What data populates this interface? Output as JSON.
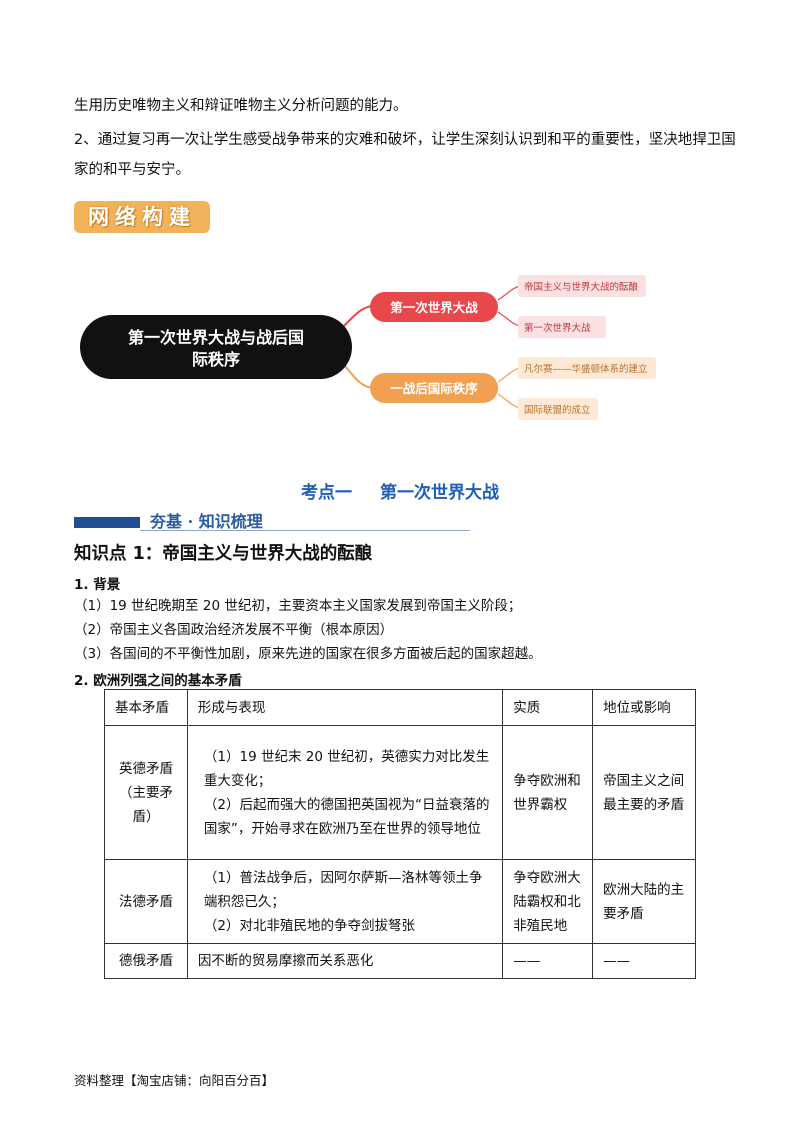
{
  "intro": {
    "line1": "生用历史唯物主义和辩证唯物主义分析问题的能力。",
    "line2a": "2、通过复习再一次让学生感受战争带来的灾难和破坏，让学生深刻认识到和平的重要性，坚决地捍卫国",
    "line2b": "家的和平与安宁。"
  },
  "badge": {
    "label": "网络构建"
  },
  "mindmap": {
    "root": {
      "line1": "第一次世界大战与战后国",
      "line2": "际秩序"
    },
    "branches": [
      {
        "label": "第一次世界大战",
        "children": [
          "帝国主义与世界大战的酝酿",
          "第一次世界大战"
        ]
      },
      {
        "label": "一战后国际秩序",
        "children": [
          "凡尔赛——华盛顿体系的建立",
          "国际联盟的成立"
        ]
      }
    ],
    "colors": {
      "root": "#111111",
      "branch1": "#e8474c",
      "branch2": "#f0a050",
      "leaf1": "#fbe1e2",
      "leaf2": "#fde9d5"
    }
  },
  "section": {
    "label": "考点一",
    "title": "第一次世界大战"
  },
  "subhead": {
    "label": "夯基 · 知识梳理"
  },
  "knowledge_point": {
    "title": "知识点 1：帝国主义与世界大战的酝酿"
  },
  "background": {
    "heading": "1. 背景",
    "items": [
      "（1）19 世纪晚期至 20 世纪初，主要资本主义国家发展到帝国主义阶段；",
      "（2）帝国主义各国政治经济发展不平衡（根本原因）",
      "（3）各国间的不平衡性加剧，原来先进的国家在很多方面被后起的国家超越。"
    ]
  },
  "contradictions": {
    "heading": "2. 欧洲列强之间的基本矛盾",
    "headers": [
      "基本矛盾",
      "形成与表现",
      "实质",
      "地位或影响"
    ],
    "rows": [
      {
        "name": "英德矛盾（主要矛盾）",
        "lines": [
          "（1）19 世纪末 20 世纪初，英德实力对比发生重大变化；",
          "（2）后起而强大的德国把英国视为“日益衰落的国家”，开始寻求在欧洲乃至在世界的领导地位"
        ],
        "essence": "争夺欧洲和世界霸权",
        "impact": "帝国主义之间最主要的矛盾"
      },
      {
        "name": "法德矛盾",
        "lines": [
          "（1）普法战争后，因阿尔萨斯—洛林等领土争端积怨已久；",
          "（2）对北非殖民地的争夺剑拔弩张"
        ],
        "essence": "争夺欧洲大陆霸权和北非殖民地",
        "impact": "欧洲大陆的主要矛盾"
      },
      {
        "name": "德俄矛盾",
        "lines": [
          "因不断的贸易摩擦而关系恶化"
        ],
        "essence": "——",
        "impact": "——"
      }
    ]
  },
  "footer": {
    "text": "资料整理【淘宝店铺：向阳百分百】"
  }
}
